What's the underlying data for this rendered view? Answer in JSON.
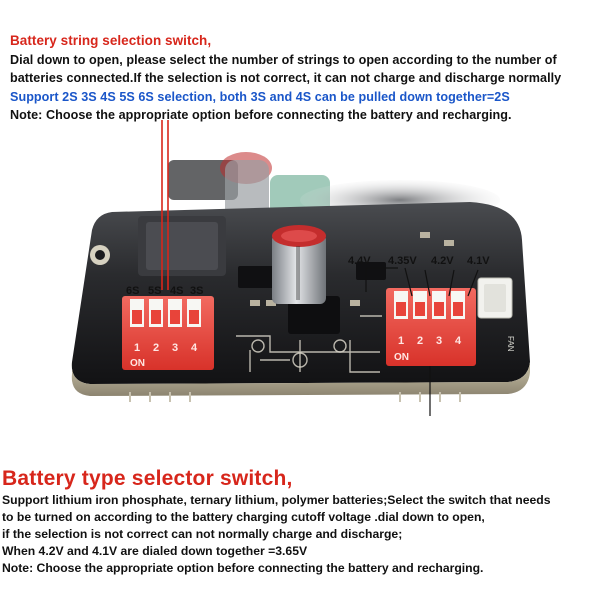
{
  "top": {
    "title": "Battery string selection switch,",
    "line1": "Dial down to open, please select the number of strings to open according to the number of",
    "line2": "batteries connected.If the selection is not correct, it can not charge and discharge normally",
    "line3": "Support 2S 3S 4S 5S 6S selection, both 3S and 4S can be pulled down together=2S",
    "line4": "Note: Choose the appropriate option before connecting the battery and recharging."
  },
  "bottom": {
    "title": "Battery type selector switch,",
    "line1": "Support lithium iron phosphate, ternary lithium, polymer batteries;Select the switch that needs",
    "line2": "to be turned on according to the battery charging cutoff voltage .dial down to open,",
    "line3": "if the selection is not correct can not normally charge and discharge;",
    "line4": "When 4.2V and 4.1V are dialed down together =3.65V",
    "line5": "Note: Choose the appropriate option before connecting the battery and recharging."
  },
  "string_switch": {
    "labels": [
      "6S",
      "5S",
      "4S",
      "3S"
    ],
    "numbers": [
      "1",
      "2",
      "3",
      "4"
    ],
    "on_label": "ON"
  },
  "type_switch": {
    "labels": [
      "4.4V",
      "4.35V",
      "4.2V",
      "4.1V"
    ],
    "numbers": [
      "1",
      "2",
      "3",
      "4"
    ],
    "on_label": "ON"
  },
  "connector_label": "FAN",
  "colors": {
    "red_text": "#d7261b",
    "blue_text": "#1a56c9",
    "dip_red": "#e8443a",
    "board": "#1b1c1e"
  }
}
